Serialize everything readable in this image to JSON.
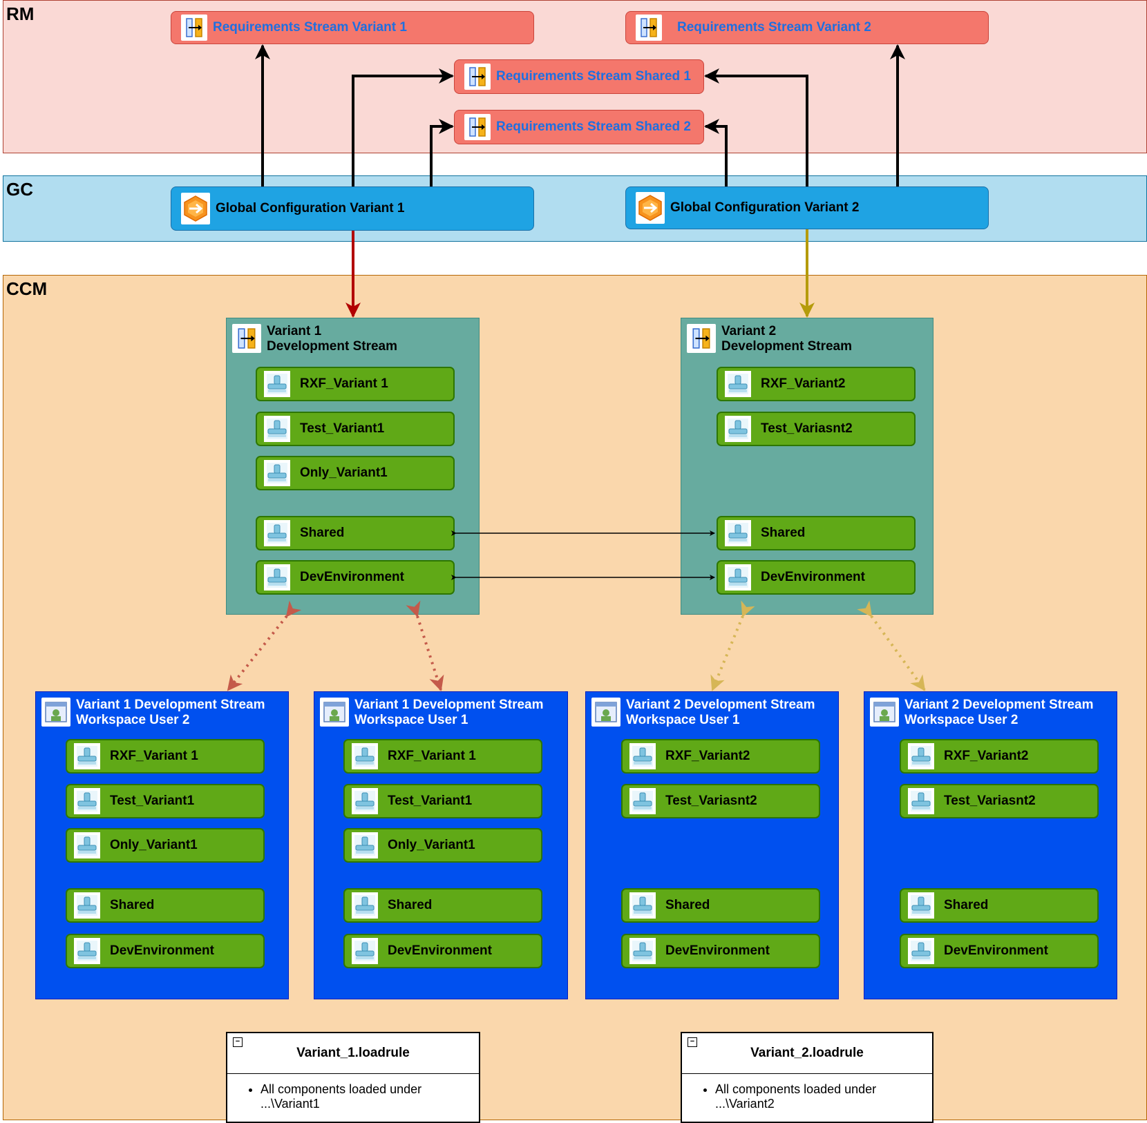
{
  "bands": {
    "rm": "RM",
    "gc": "GC",
    "ccm": "CCM"
  },
  "colors": {
    "rm_band": "#fad9d5",
    "gc_band": "#b1ddf0",
    "ccm_band": "#fad7ac",
    "variant1_arrow": "#b20000",
    "variant2_arrow": "#b59b0b",
    "stream": "#67ab9f",
    "workspace": "#0050ef",
    "component": "#60a917"
  },
  "rm_nodes": {
    "variant1": "Requirements Stream Variant 1",
    "variant2": "Requirements Stream Variant 2",
    "shared1": "Requirements Stream Shared 1",
    "shared2": "Requirements Stream Shared 2"
  },
  "gc_nodes": {
    "variant1": "Global Configuration Variant 1",
    "variant2": "Global Configuration Variant 2"
  },
  "streams": {
    "v1": {
      "title1": "Variant 1",
      "title2": "Development Stream",
      "components": [
        "RXF_Variant 1",
        "Test_Variant1",
        "Only_Variant1",
        "Shared",
        "DevEnvironment"
      ]
    },
    "v2": {
      "title1": "Variant 2",
      "title2": "Development Stream",
      "components": [
        "RXF_Variant2",
        "Test_Variasnt2",
        "Shared",
        "DevEnvironment"
      ]
    }
  },
  "workspaces": {
    "w1": {
      "title1": "Variant 1 Development Stream",
      "title2": "Workspace User 2",
      "components": [
        "RXF_Variant 1",
        "Test_Variant1",
        "Only_Variant1",
        "Shared",
        "DevEnvironment"
      ]
    },
    "w2": {
      "title1": "Variant 1 Development Stream",
      "title2": "Workspace User 1",
      "components": [
        "RXF_Variant 1",
        "Test_Variant1",
        "Only_Variant1",
        "Shared",
        "DevEnvironment"
      ]
    },
    "w3": {
      "title1": "Variant 2 Development Stream",
      "title2": "Workspace User 1",
      "components": [
        "RXF_Variant2",
        "Test_Variasnt2",
        "Shared",
        "DevEnvironment"
      ]
    },
    "w4": {
      "title1": "Variant 2 Development Stream",
      "title2": "Workspace User 2",
      "components": [
        "RXF_Variant2",
        "Test_Variasnt2",
        "Shared",
        "DevEnvironment"
      ]
    }
  },
  "loadrules": {
    "v1": {
      "title": "Variant_1.loadrule",
      "line1": "All components loaded under",
      "line2": "...\\Variant1"
    },
    "v2": {
      "title": "Variant_2.loadrule",
      "line1": "All components loaded under",
      "line2": "...\\Variant2"
    }
  },
  "icons": {
    "rm_node": "stream-icon",
    "gc_node": "configuration-icon",
    "component": "component-icon",
    "workspace": "workspace-icon"
  }
}
